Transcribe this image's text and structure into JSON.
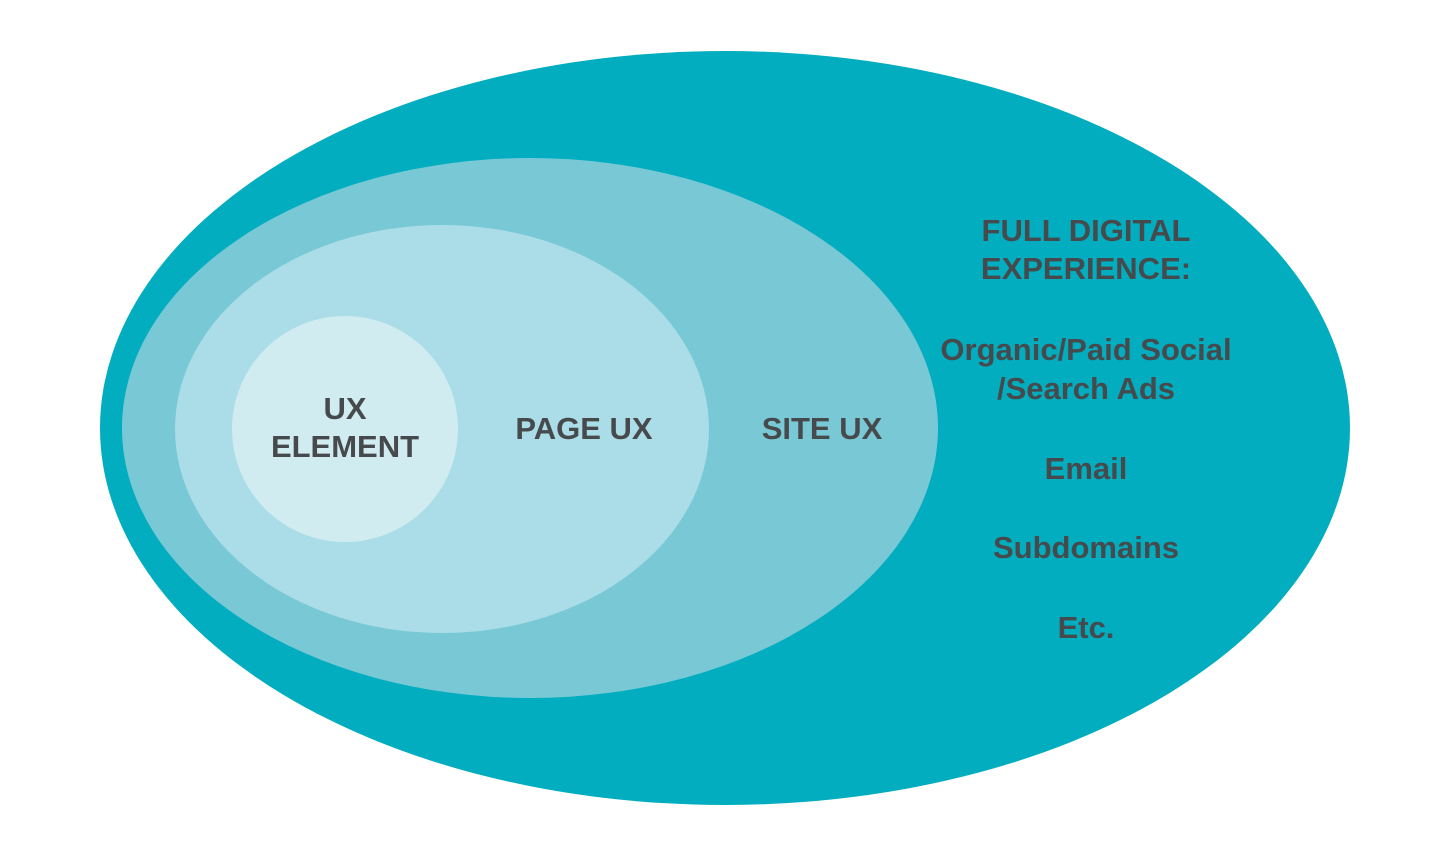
{
  "diagram": {
    "type": "nested-ellipses",
    "layers": [
      {
        "id": "full-digital-experience",
        "label": "FULL DIGITAL EXPERIENCE:",
        "color": "#01adbf"
      },
      {
        "id": "site-ux",
        "label": "SITE UX",
        "color": "#79c8d5"
      },
      {
        "id": "page-ux",
        "label": "PAGE UX",
        "color": "#aadde7"
      },
      {
        "id": "ux-element",
        "label_lines": [
          "UX",
          "ELEMENT"
        ],
        "color": "#d0ecf1"
      }
    ],
    "full_title_lines": [
      "FULL DIGITAL",
      "EXPERIENCE:"
    ],
    "full_items": [
      {
        "lines": [
          "Organic/Paid Social",
          "/Search Ads"
        ]
      },
      {
        "lines": [
          "Email"
        ]
      },
      {
        "lines": [
          "Subdomains"
        ]
      },
      {
        "lines": [
          "Etc."
        ]
      }
    ],
    "text_color": "#474a4d"
  }
}
